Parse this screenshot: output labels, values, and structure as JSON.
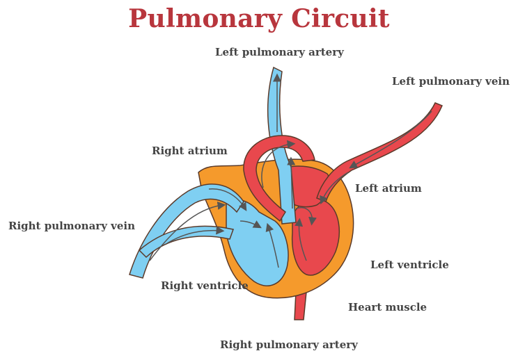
{
  "title": "Pulmonary Circuit",
  "labels": {
    "left_pulmonary_artery": "Left pulmonary artery",
    "left_pulmonary_vein": "Left pulmonary vein",
    "right_atrium": "Right atrium",
    "left_atrium": "Left atrium",
    "right_pulmonary_vein": "Right pulmonary vein",
    "left_ventricle": "Left ventricle",
    "right_ventricle": "Right ventricle",
    "heart_muscle": "Heart muscle",
    "right_pulmonary_artery": "Right pulmonary artery"
  },
  "colors": {
    "title": "#b8363d",
    "label": "#444444",
    "deoxygenated_blood": "#7fcff2",
    "oxygenated_blood": "#e8484d",
    "heart_muscle": "#f59a2c",
    "outline": "#5a3a2a",
    "arrow": "#555555"
  }
}
